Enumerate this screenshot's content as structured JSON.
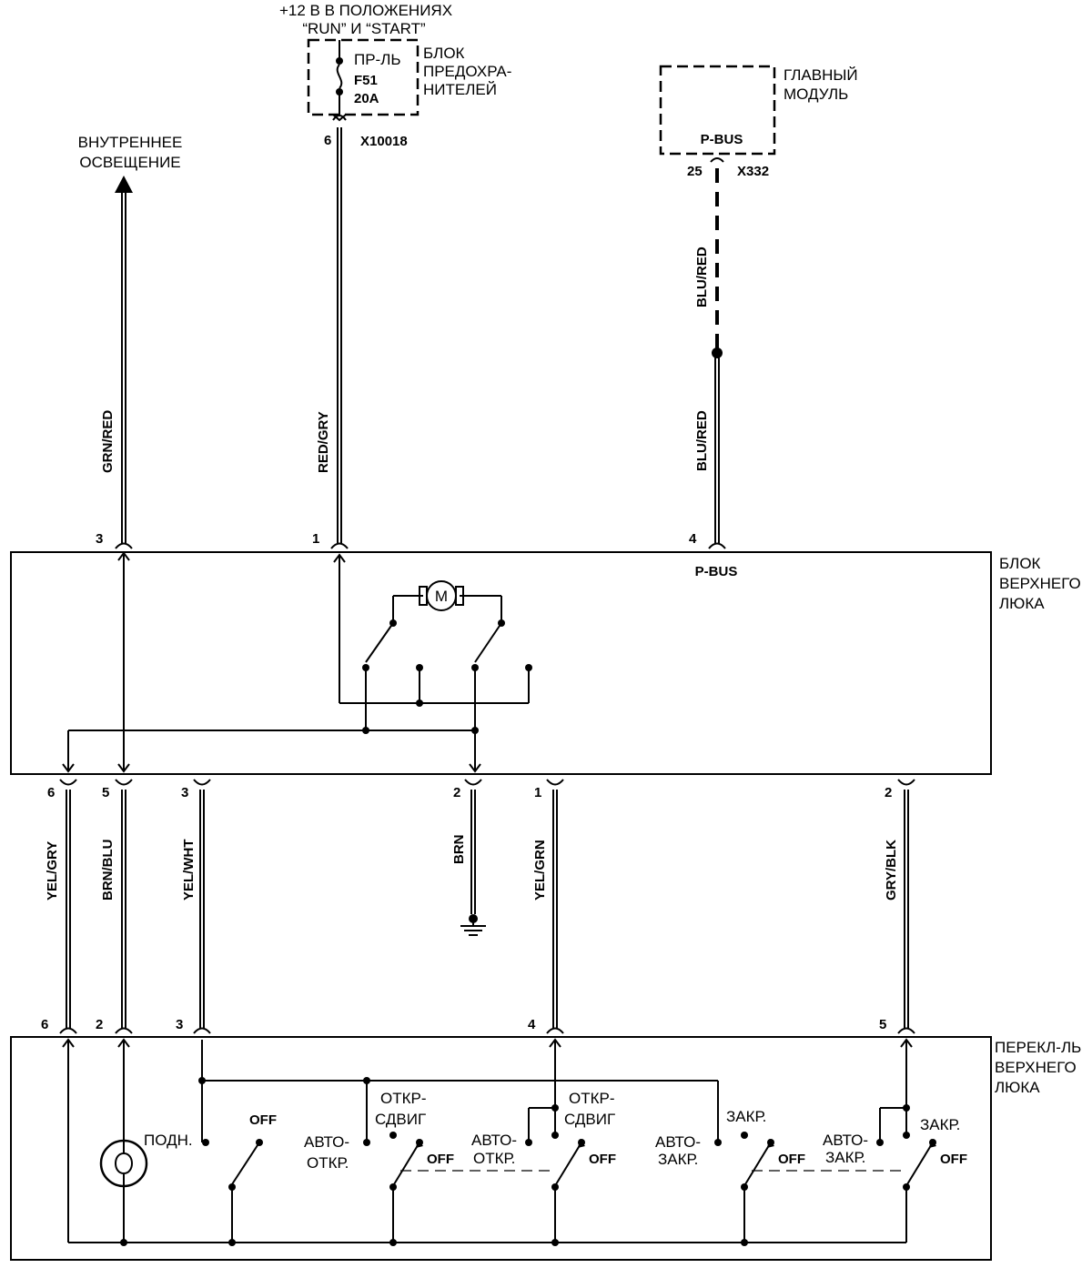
{
  "supply": {
    "label_line1": "+12 В В ПОЛОЖЕНИЯХ",
    "label_line2": "“RUN” И “START”"
  },
  "fuse_block": {
    "label_line1": "БЛОК",
    "label_line2": "ПРЕДОХРА-",
    "label_line3": "НИТЕЛЕЙ",
    "fuse_name": "ПР-ЛЬ",
    "fuse_id": "F51",
    "fuse_rating": "20A",
    "pin": "6",
    "connector": "X10018"
  },
  "main_module": {
    "label_line1": "ГЛАВНЫЙ",
    "label_line2": "МОДУЛЬ",
    "bus_label": "P-BUS",
    "pin": "25",
    "connector": "X332"
  },
  "interior_lighting": {
    "label_line1": "ВНУТРЕННЕЕ",
    "label_line2": "ОСВЕЩЕНИЕ"
  },
  "upper_wires": {
    "grn_red": "GRN/RED",
    "red_gry": "RED/GRY",
    "blu_red_top": "BLU/RED",
    "blu_red_bottom": "BLU/RED"
  },
  "sunroof_module": {
    "label_line1": "БЛОК",
    "label_line2": "ВЕРХНЕГО",
    "label_line3": "ЛЮКА",
    "bus_label": "P-BUS",
    "motor_label": "M",
    "top_pins": [
      "3",
      "1",
      "4"
    ],
    "bottom_pins": [
      "6",
      "5",
      "3",
      "2",
      "1",
      "2"
    ]
  },
  "lower_wires": {
    "yel_gry": "YEL/GRY",
    "brn_blu": "BRN/BLU",
    "yel_wht": "YEL/WHT",
    "brn": "BRN",
    "yel_grn": "YEL/GRN",
    "gry_blk": "GRY/BLK"
  },
  "switch_unit": {
    "label_line1": "ПЕРЕКЛ-ЛЬ",
    "label_line2": "ВЕРХНЕГО",
    "label_line3": "ЛЮКА",
    "pins": [
      "6",
      "2",
      "3",
      "4",
      "5"
    ],
    "lift": "ПОДН.",
    "off": "OFF",
    "auto_open_1": "АВТО-",
    "auto_open_2": "ОТКР.",
    "open_slide_1": "ОТКР-",
    "open_slide_2": "СДВИГ",
    "auto_close_1": "АВТО-",
    "auto_close_2": "ЗАКР.",
    "close": "ЗАКР."
  }
}
